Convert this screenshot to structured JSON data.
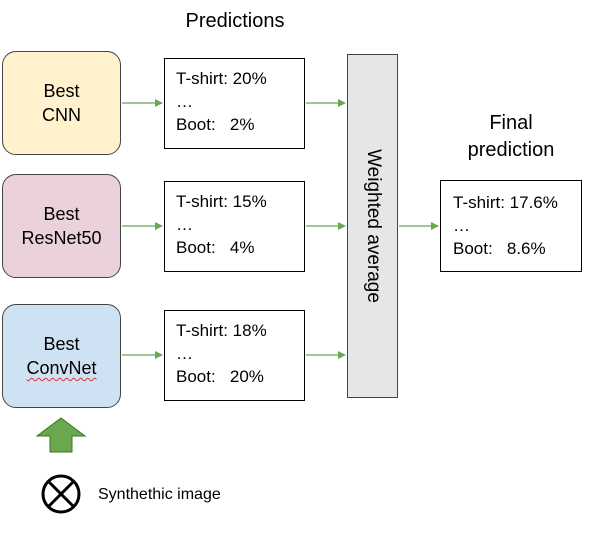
{
  "header": {
    "predictions_title": "Predictions"
  },
  "final": {
    "title_line1": "Final",
    "title_line2": "prediction",
    "row1": "T-shirt: 17.6%",
    "ellipsis": "…",
    "row2": "Boot:   8.6%"
  },
  "models": [
    {
      "line1": "Best",
      "line2": "CNN",
      "color": "#fff2cc"
    },
    {
      "line1": "Best",
      "line2": "ResNet50",
      "color": "#ead1dc"
    },
    {
      "line1": "Best",
      "line2": "ConvNet",
      "color": "#cfe2f3"
    }
  ],
  "predictions": [
    {
      "row1": "T-shirt: 20%",
      "ellipsis": "…",
      "row2": "Boot:   2%"
    },
    {
      "row1": "T-shirt: 15%",
      "ellipsis": "…",
      "row2": "Boot:   4%"
    },
    {
      "row1": "T-shirt: 18%",
      "ellipsis": "…",
      "row2": "Boot:   20%"
    }
  ],
  "aggregator": {
    "label": "Weighted average"
  },
  "legend": {
    "label": "Synthethic image"
  },
  "colors": {
    "arrow": "#6aa84f",
    "input_arrow": "#6aa84f"
  }
}
